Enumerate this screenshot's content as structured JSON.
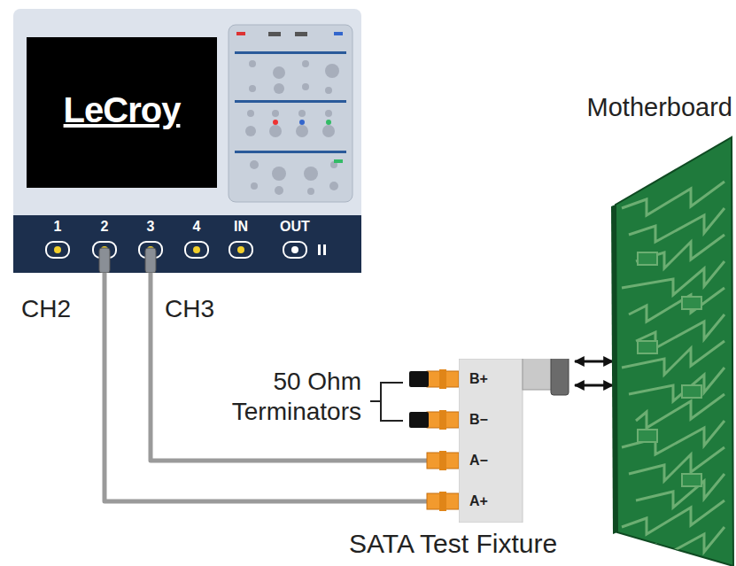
{
  "diagram": {
    "nodes": [
      {
        "text": [
          "LeCroy"
        ]
      },
      {
        "text": [
          "B+",
          "B−",
          "A−",
          "A+",
          "SATA Test Fixture"
        ]
      },
      {
        "text": [
          "Motherboard"
        ]
      }
    ],
    "edges": [
      {
        "from": 0,
        "to": 1,
        "arrow": "none"
      },
      {
        "from": 0,
        "to": 1,
        "arrow": "none"
      },
      {
        "from": 1,
        "to": 2,
        "arrow": "both"
      },
      {
        "from": 1,
        "to": 2,
        "arrow": "both"
      }
    ],
    "labels": [
      "1",
      "2",
      "3",
      "4",
      "IN",
      "OUT",
      "CH2",
      "CH3",
      "50 Ohm Terminators"
    ]
  }
}
